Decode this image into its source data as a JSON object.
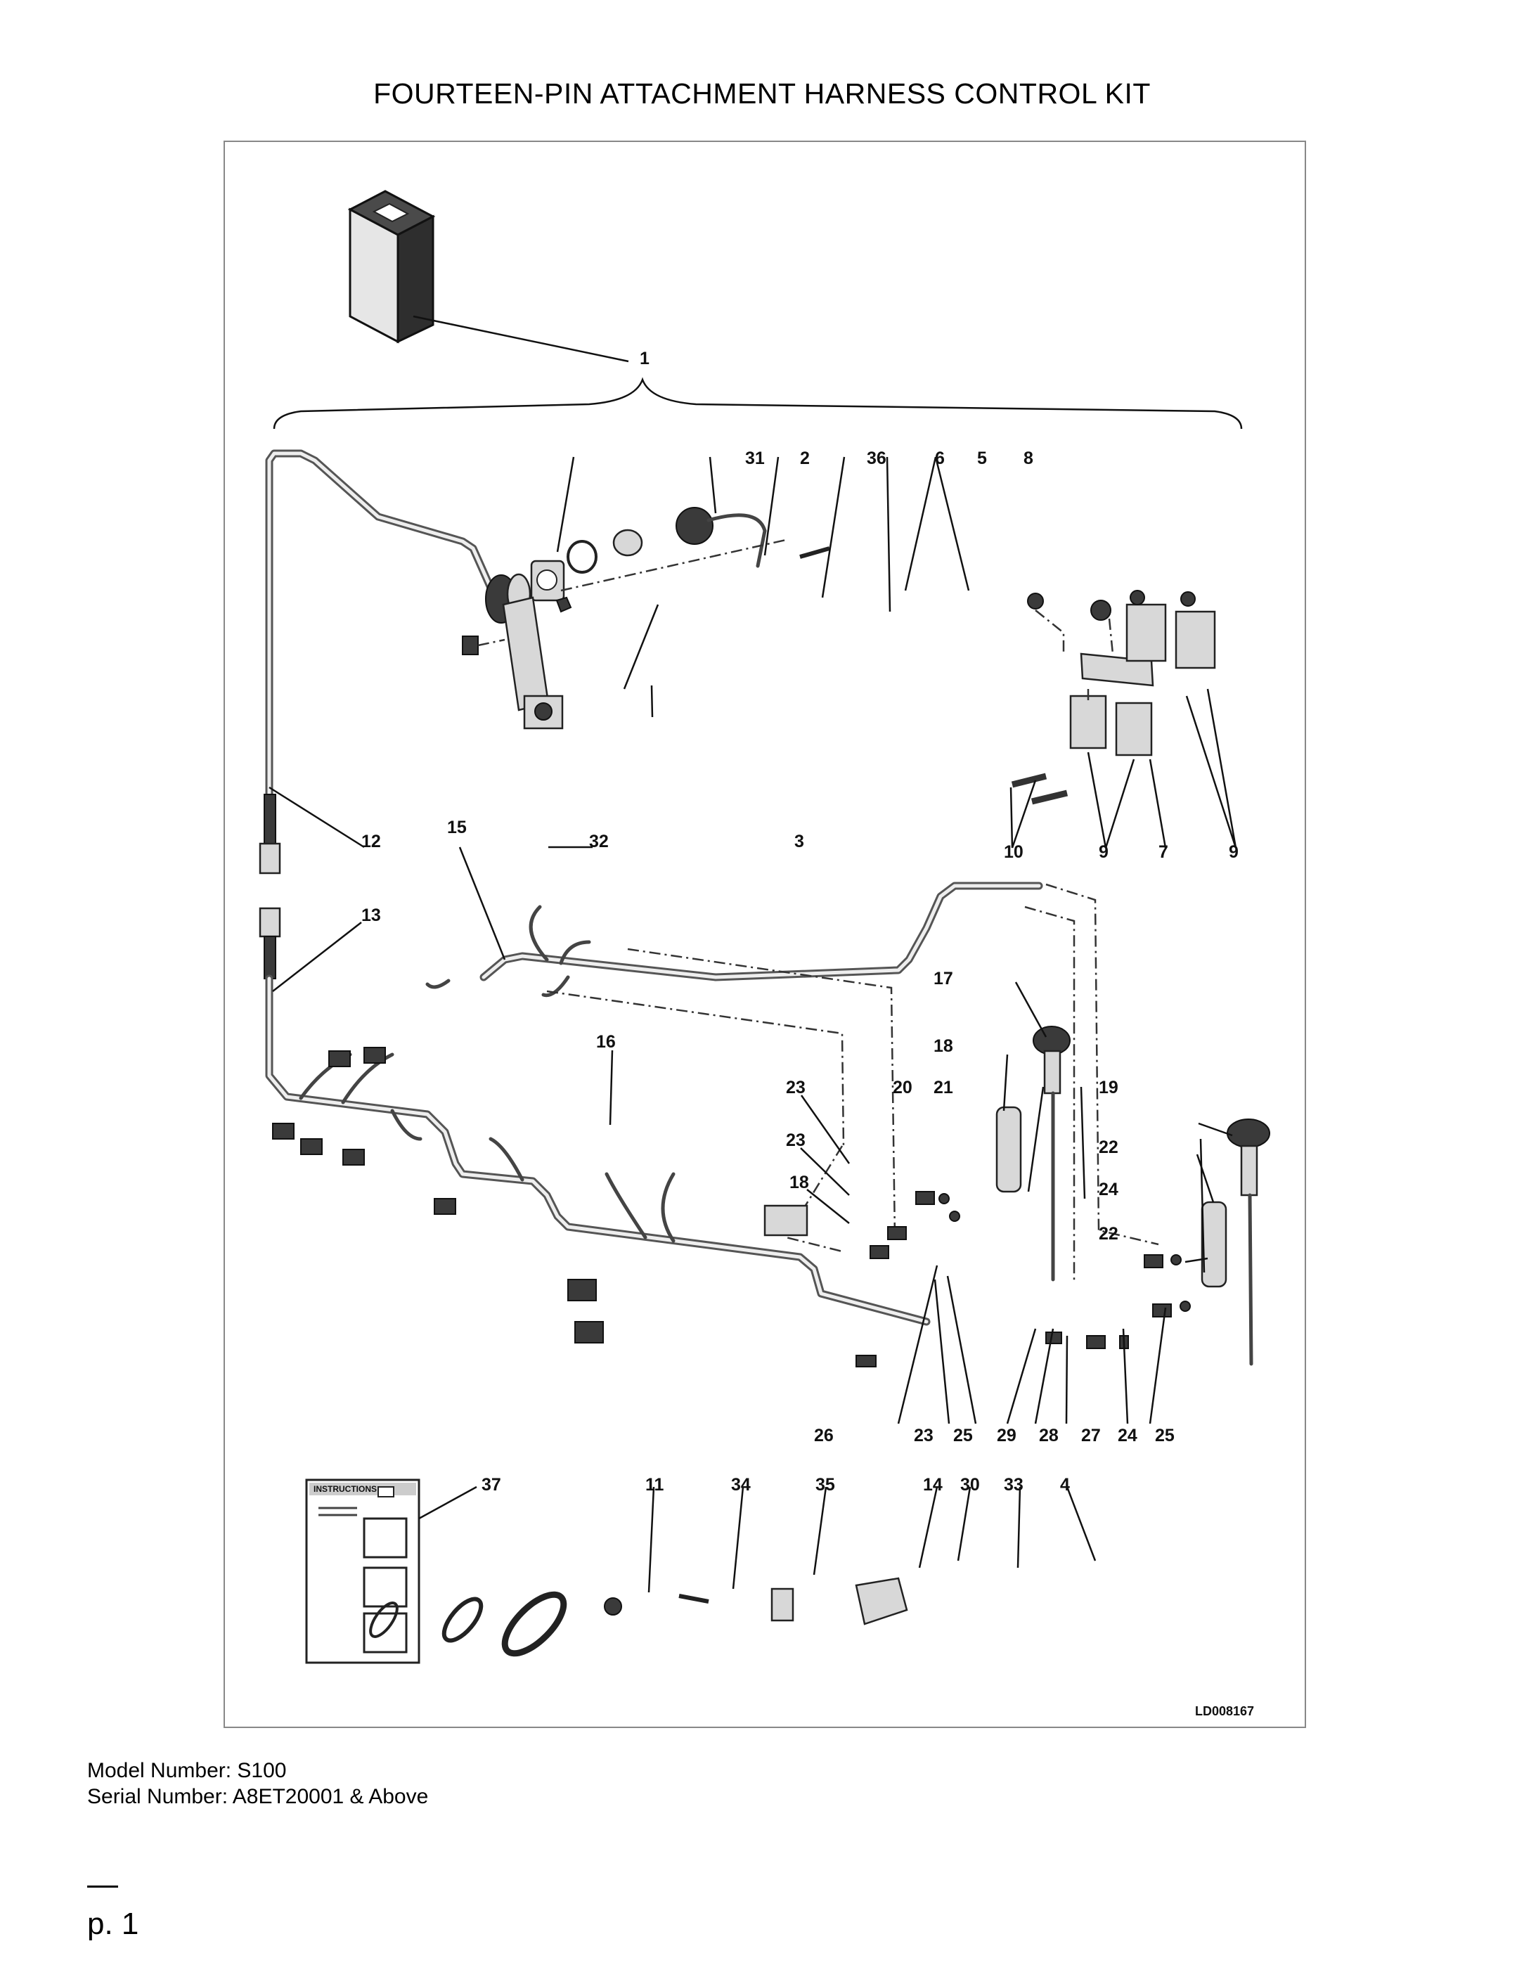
{
  "title": "FOURTEEN-PIN ATTACHMENT HARNESS CONTROL KIT",
  "diagram": {
    "code": "LD008167",
    "instructions_label": "INSTRUCTIONS",
    "callouts": [
      "1",
      "31",
      "2",
      "36",
      "6",
      "5",
      "8",
      "32",
      "3",
      "12",
      "15",
      "10",
      "9",
      "7",
      "9",
      "13",
      "17",
      "18",
      "16",
      "23",
      "20",
      "21",
      "19",
      "22",
      "18",
      "24",
      "23",
      "22",
      "26",
      "23",
      "25",
      "29",
      "28",
      "27",
      "24",
      "25",
      "37",
      "11",
      "34",
      "35",
      "14",
      "30",
      "33",
      "4"
    ]
  },
  "model_line": "Model Number: S100",
  "serial_line": "Serial Number: A8ET20001 & Above",
  "page_label": "p. 1"
}
